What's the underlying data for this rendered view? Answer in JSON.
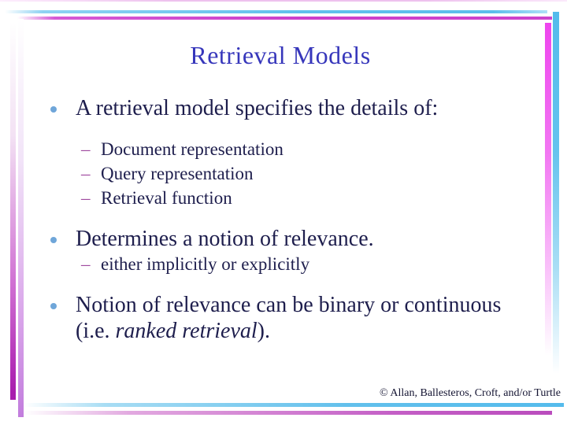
{
  "slide": {
    "title": "Retrieval Models",
    "dash_glyph": "–",
    "bullets": [
      {
        "text": "A retrieval model specifies the details of:",
        "sub": [
          "Document representation",
          "Query representation",
          "Retrieval function"
        ]
      },
      {
        "text": "Determines a notion of relevance.",
        "sub": [
          "either implicitly or explicitly"
        ]
      },
      {
        "text_line1": "Notion of relevance can be binary or continuous",
        "text_line2_prefix": "(i.e. ",
        "text_line2_italic": "ranked retrieval",
        "text_line2_suffix": ")."
      }
    ],
    "footer_credit": "© Allan, Ballesteros, Croft, and/or Turtle",
    "colors": {
      "background": "#ffffff",
      "title": "#3737bb",
      "body_text": "#1e1e4d",
      "bullet_dot": "#6fa6d9",
      "sub_dash": "#a04ba0",
      "stripe_cyan": "#54bbec",
      "stripe_magenta": "#cc44cc",
      "left_stripe_deep": "#a91cae",
      "left_stripe_light": "#c27ddd",
      "footer_text": "#141432"
    }
  }
}
